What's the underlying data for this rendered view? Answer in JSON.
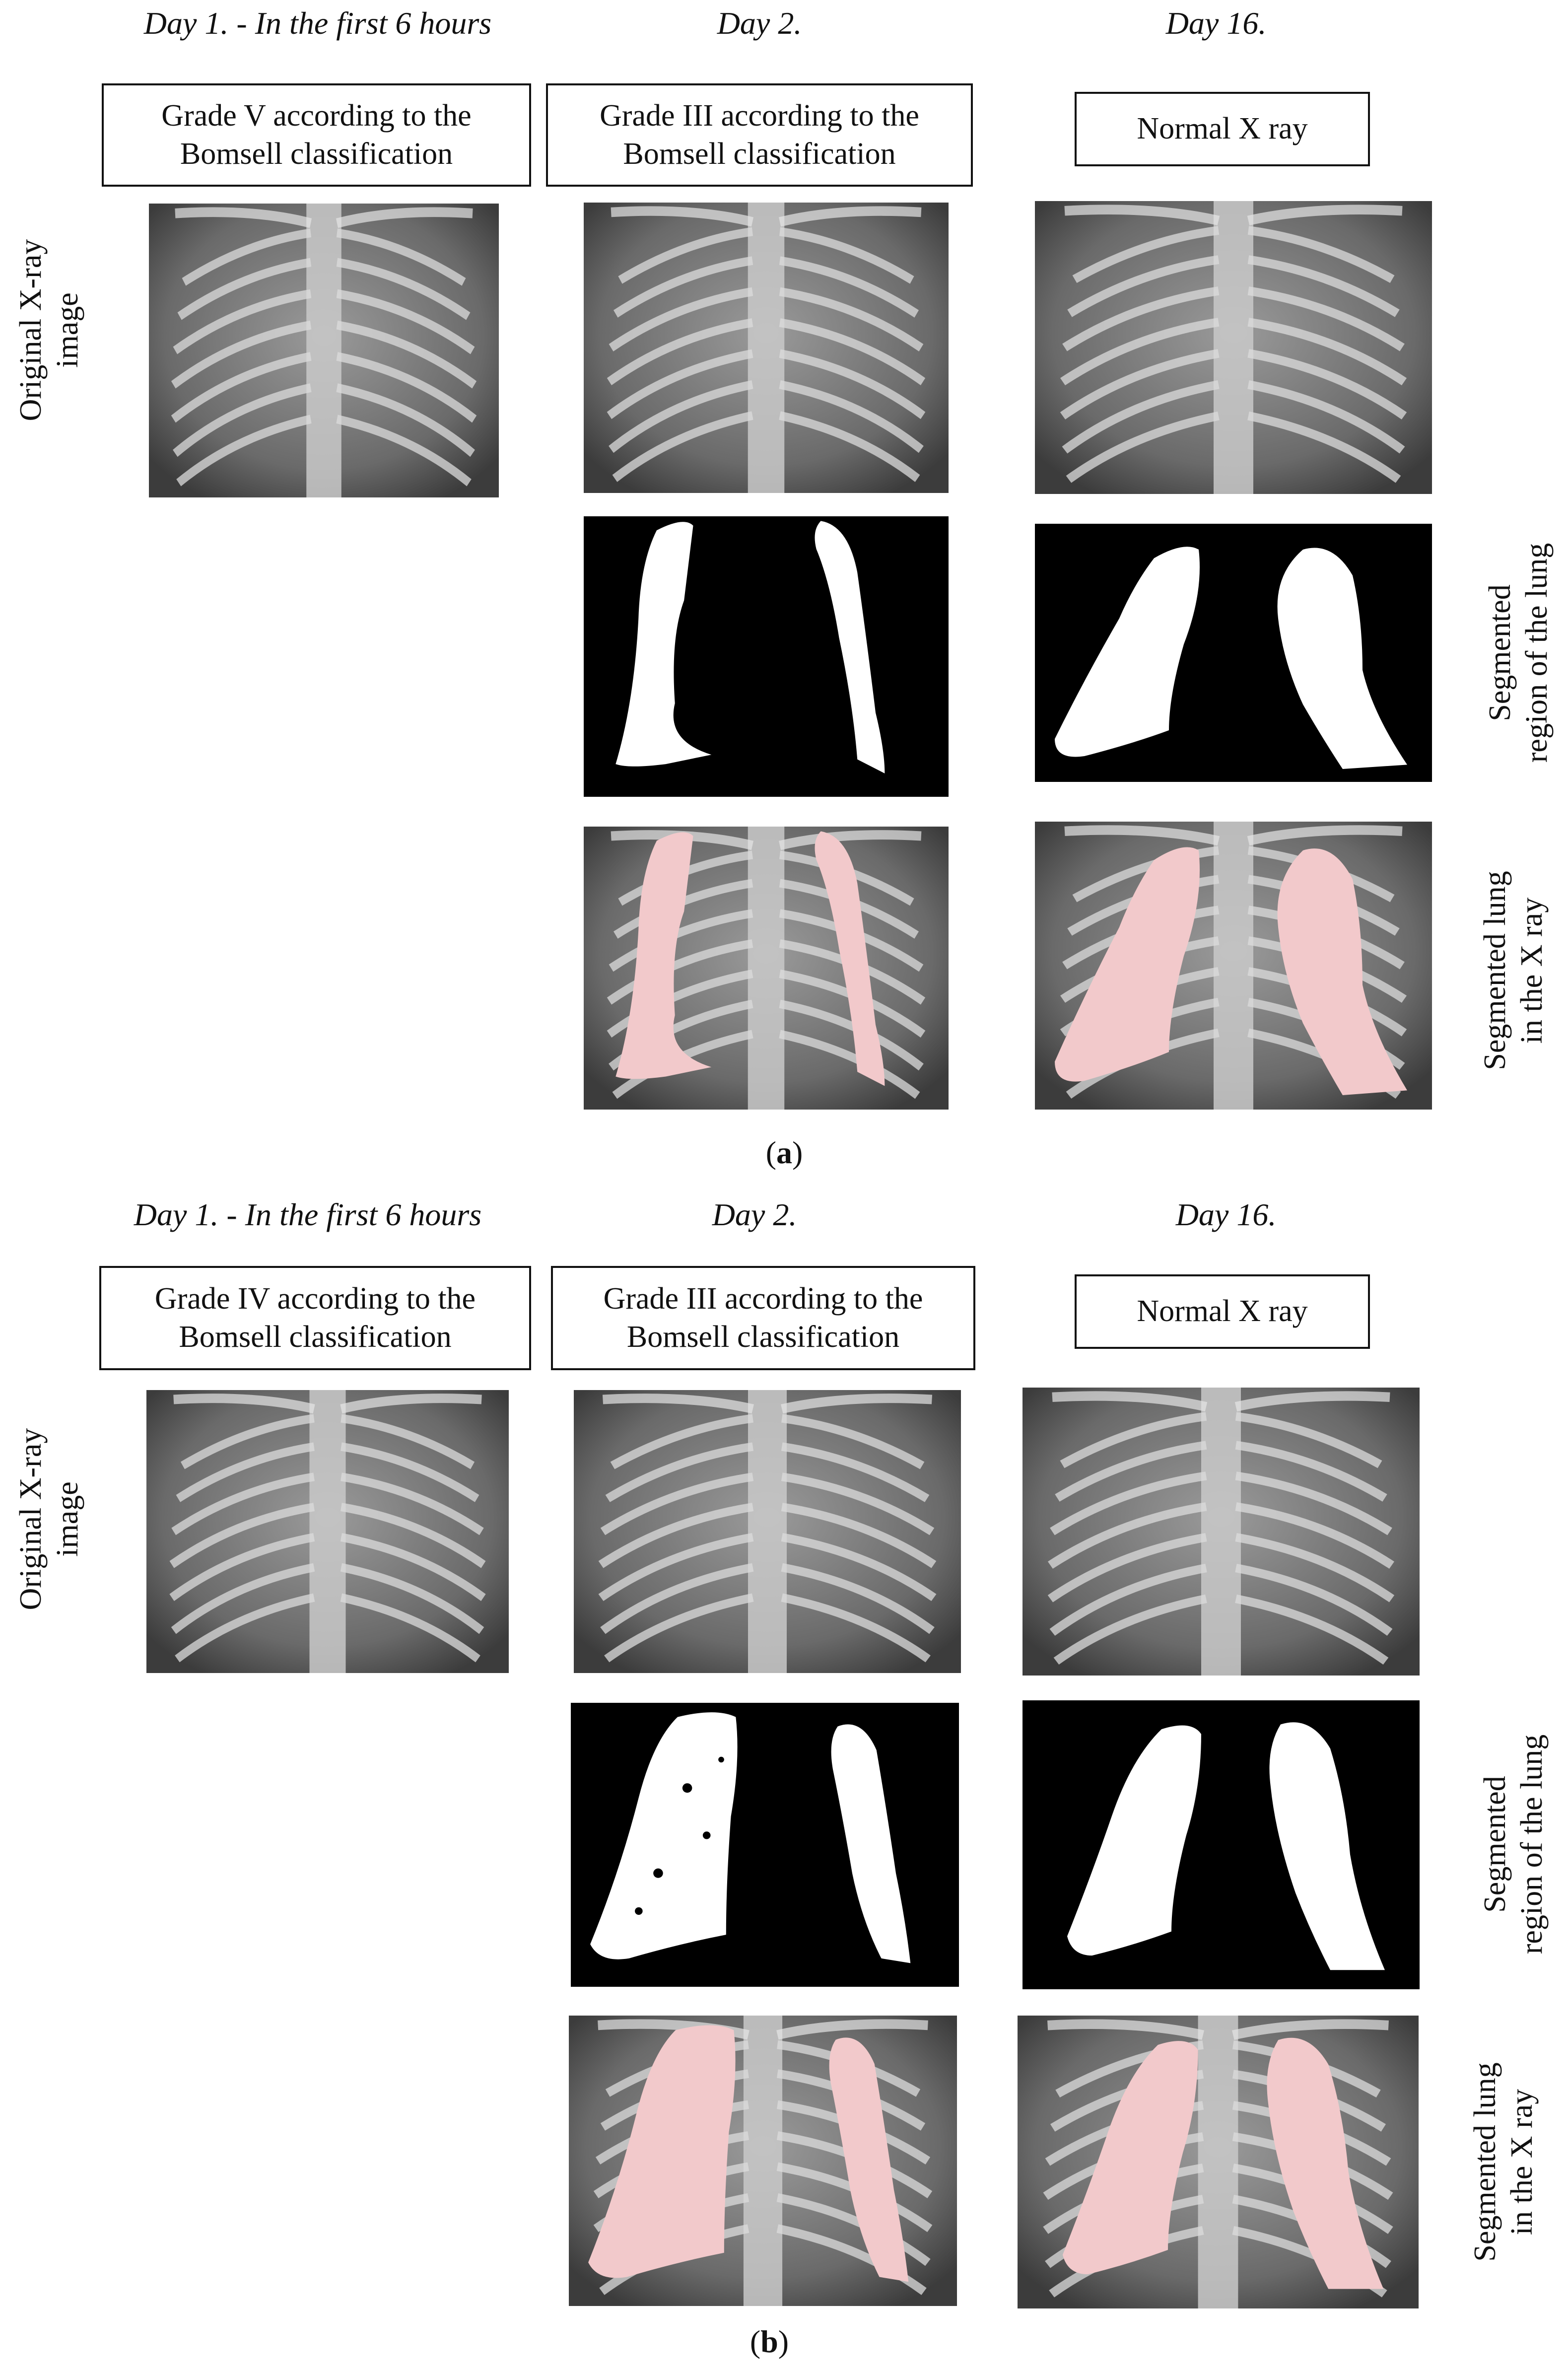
{
  "panels": [
    {
      "caption_letter": "a",
      "columns": [
        {
          "day": "Day 1. - In the first 6 hours",
          "grade": [
            "Grade V according to the",
            "Bomsell classification"
          ]
        },
        {
          "day": "Day 2.",
          "grade": [
            "Grade III according to the",
            "Bomsell classification"
          ]
        },
        {
          "day": "Day 16.",
          "grade": [
            "Normal X ray"
          ]
        }
      ]
    },
    {
      "caption_letter": "b",
      "columns": [
        {
          "day": "Day 1. - In the first 6 hours",
          "grade": [
            "Grade IV according to the",
            "Bomsell classification"
          ]
        },
        {
          "day": "Day 2.",
          "grade": [
            "Grade III according to the",
            "Bomsell classification"
          ]
        },
        {
          "day": "Day 16.",
          "grade": [
            "Normal X ray"
          ]
        }
      ]
    }
  ],
  "row_labels": {
    "original": [
      "Original X-ray",
      "image"
    ],
    "segmented_region": [
      "Segmented",
      "region of the lung"
    ],
    "segmented_lung": [
      "Segmented lung",
      "in the X ray"
    ]
  },
  "colors": {
    "overlay": "#f2c9cb",
    "mask_fg": "#ffffff",
    "mask_bg": "#000000"
  }
}
